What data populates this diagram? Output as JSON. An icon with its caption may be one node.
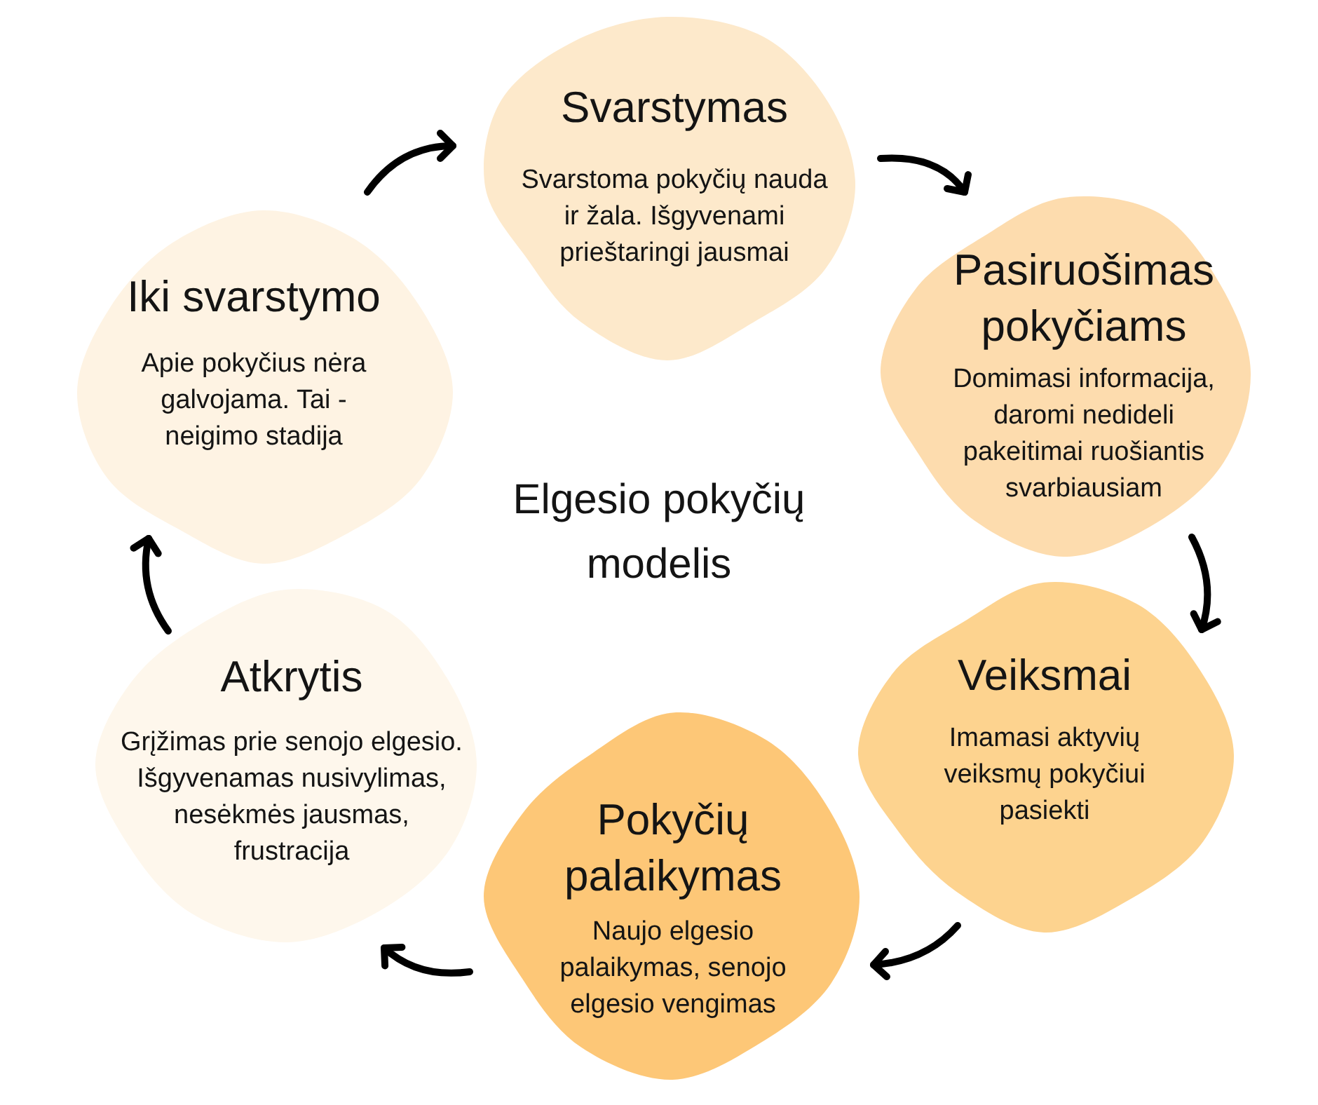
{
  "diagram": {
    "title": "Elgesio pokyčių modelis",
    "nodes": [
      {
        "text": [
          "Svarstymas",
          "Svarstoma pokyčių nauda ir žala. Išgyvenami prieštaringi jausmai"
        ]
      },
      {
        "text": [
          "Iki svarstymo",
          "Apie pokyčius nėra galvojama. Tai - neigimo stadija"
        ]
      },
      {
        "text": [
          "Pasiruošimas pokyčiams",
          "Domimasi informacija, daromi nedideli pakeitimai ruošiantis svarbiausiam"
        ]
      },
      {
        "text": [
          "Atkrytis",
          "Grįžimas prie senojo elgesio. Išgyvenamas nusivylimas, nesėkmės jausmas, frustracija"
        ]
      },
      {
        "text": [
          "Veiksmai",
          "Imamasi aktyvių veiksmų pokyčiui pasiekti"
        ]
      },
      {
        "text": [
          "Pokyčių palaikymas",
          "Naujo elgesio palaikymas, senojo elgesio vengimas"
        ]
      }
    ],
    "edges": [
      {
        "from": 1,
        "to": 0,
        "arrow": "to"
      },
      {
        "from": 0,
        "to": 2,
        "arrow": "to"
      },
      {
        "from": 2,
        "to": 4,
        "arrow": "to"
      },
      {
        "from": 4,
        "to": 5,
        "arrow": "to"
      },
      {
        "from": 5,
        "to": 3,
        "arrow": "to"
      },
      {
        "from": 3,
        "to": 1,
        "arrow": "to"
      }
    ]
  }
}
